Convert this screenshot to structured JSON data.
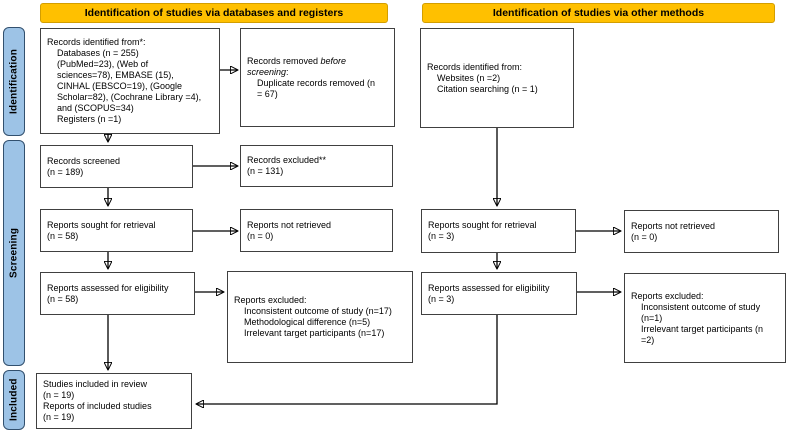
{
  "banners": {
    "left": "Identification of studies via databases and registers",
    "right": "Identification of studies via other methods"
  },
  "stages": {
    "identification": "Identification",
    "screening": "Screening",
    "included": "Included"
  },
  "boxes": {
    "records_identified_db": {
      "lines": [
        "Records identified from*:",
        "    Databases (n = 255)",
        "    (PubMed=23), (Web of",
        "    sciences=78), EMBASE (15),",
        "    CINHAL (EBSCO=19), (Google",
        "    Scholar=82), (Cochrane Library =4),",
        "    and (SCOPUS=34)",
        "    Registers (n =1)"
      ]
    },
    "records_removed": {
      "prefix": "Records removed ",
      "italic_word1": "before",
      "italic_word2": "screening",
      "suffix": ":",
      "lines": [
        "    Duplicate records removed (n",
        "    = 67)"
      ]
    },
    "records_screened": {
      "lines": [
        "Records screened",
        "(n = 189)"
      ]
    },
    "records_excluded": {
      "lines": [
        "Records excluded**",
        "(n = 131)"
      ]
    },
    "reports_sought_db": {
      "lines": [
        "Reports sought for retrieval",
        "(n = 58)"
      ]
    },
    "reports_not_retrieved_db": {
      "lines": [
        "Reports not retrieved",
        "(n = 0)"
      ]
    },
    "reports_assessed_db": {
      "lines": [
        "Reports assessed for eligibility",
        "(n = 58)"
      ]
    },
    "reports_excluded_db": {
      "lines": [
        "Reports excluded:",
        "    Inconsistent outcome of study (n=17)",
        "    Methodological difference (n=5)",
        "    Irrelevant target participants (n=17)"
      ]
    },
    "studies_included": {
      "lines": [
        "Studies included in review",
        "(n = 19)",
        "Reports of included studies",
        "(n = 19)"
      ]
    },
    "records_identified_other": {
      "lines": [
        "Records identified from:",
        "    Websites (n =2)",
        "    Citation searching (n = 1)"
      ]
    },
    "reports_sought_other": {
      "lines": [
        "Reports sought for retrieval",
        "(n = 3)"
      ]
    },
    "reports_not_retrieved_other": {
      "lines": [
        "Reports not retrieved",
        "(n = 0)"
      ]
    },
    "reports_assessed_other": {
      "lines": [
        "Reports assessed for eligibility",
        "(n = 3)"
      ]
    },
    "reports_excluded_other": {
      "lines": [
        "Reports excluded:",
        "    Inconsistent outcome of study",
        "    (n=1)",
        "    Irrelevant target participants (n",
        "    =2)"
      ]
    }
  },
  "colors": {
    "banner_bg": "#FFC000",
    "stage_bg": "#9DC3E6",
    "box_border": "#404040",
    "arrow": "#000000"
  }
}
